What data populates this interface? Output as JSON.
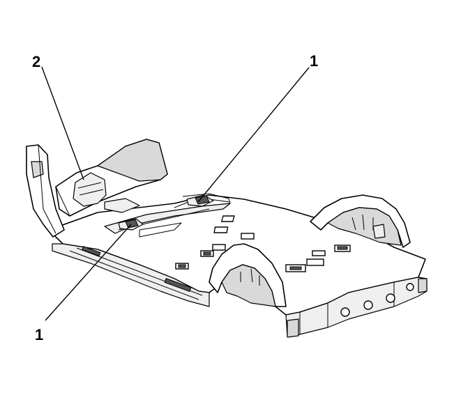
{
  "callouts": [
    {
      "id": "top-left",
      "label": "2"
    },
    {
      "id": "top-right",
      "label": "1"
    },
    {
      "id": "bottom-left",
      "label": "1"
    }
  ]
}
